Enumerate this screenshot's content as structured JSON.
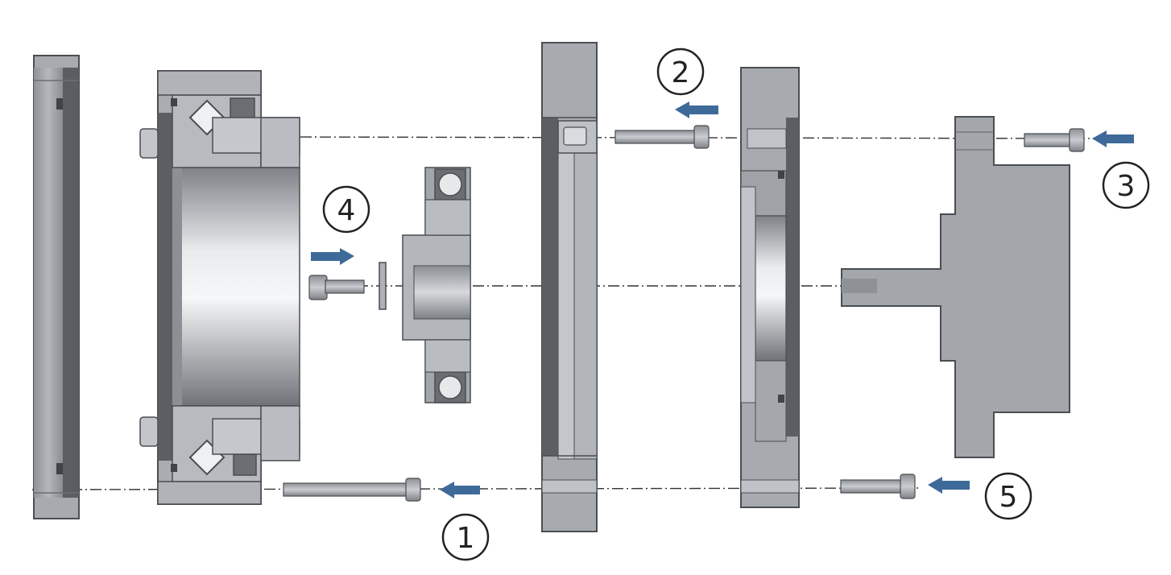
{
  "colors": {
    "part_fill": "#9ea2a7",
    "part_light": "#c7cacd",
    "part_dark": "#55595e",
    "outline": "#4a4d52",
    "arrow": "#3e6a99",
    "centerline": "#333333"
  },
  "steps": [
    {
      "label": "1",
      "direction": "left"
    },
    {
      "label": "2",
      "direction": "left"
    },
    {
      "label": "3",
      "direction": "left"
    },
    {
      "label": "4",
      "direction": "right"
    },
    {
      "label": "5",
      "direction": "left"
    }
  ],
  "parts": [
    "end-cover",
    "bearing-housing",
    "center-bearing",
    "adapter-flange",
    "mounting-plate",
    "shaft-hub"
  ],
  "icons": [
    "arrow-left-icon",
    "arrow-right-icon",
    "cap-screw-icon",
    "washer-icon"
  ]
}
